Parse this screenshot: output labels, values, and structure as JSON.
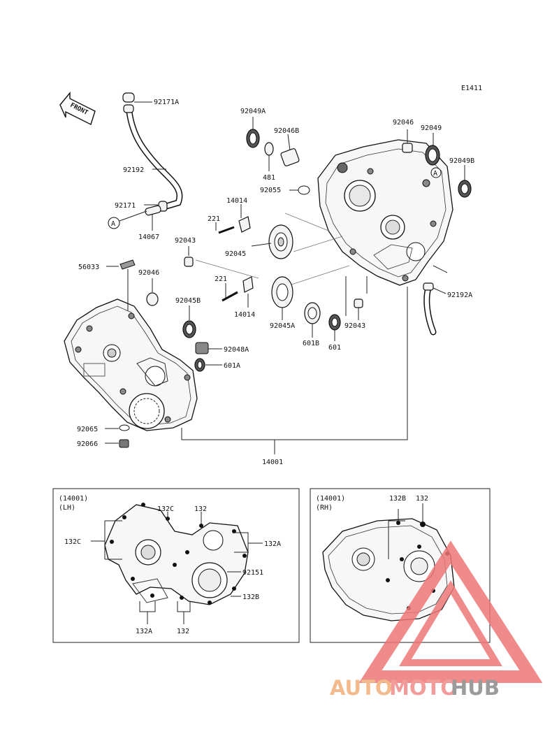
{
  "diagram_code": "E1411",
  "front_arrow_label": "FRONT",
  "ref_marker": "A",
  "callouts": {
    "p92171A": "92171A",
    "p92192": "92192",
    "p92171": "92171",
    "p14067": "14067",
    "p92049A": "92049A",
    "p92046B": "92046B",
    "p481": "481",
    "p92055": "92055",
    "p92046_top": "92046",
    "p92049": "92049",
    "p92049B": "92049B",
    "p14014_top": "14014",
    "p221_top": "221",
    "p92045": "92045",
    "p92043_left": "92043",
    "p56033": "56033",
    "p92046_left": "92046",
    "p221_mid": "221",
    "p14014_mid": "14014",
    "p92045A": "92045A",
    "p601B": "601B",
    "p601": "601",
    "p92043_mid": "92043",
    "p92192A": "92192A",
    "p92045B": "92045B",
    "p92048A": "92048A",
    "p601A": "601A",
    "p92065": "92065",
    "p92066": "92066",
    "p14001": "14001"
  },
  "lh_inset": {
    "title": "(14001)",
    "subtitle": "(LH)",
    "labels": {
      "c132C_top": "132C",
      "c132_top": "132",
      "c132C_left": "132C",
      "c132A_right": "132A",
      "c92151": "92151",
      "c132B": "132B",
      "c132A_bottom": "132A",
      "c132_bottom": "132"
    }
  },
  "rh_inset": {
    "title": "(14001)",
    "subtitle": "(RH)",
    "labels": {
      "c132B": "132B",
      "c132": "132"
    }
  },
  "watermark": {
    "part1": "AUTO",
    "part2": "MOTO",
    "part3": "HUB",
    "color1": "#f2b07a",
    "color2": "#f08a8a",
    "color3": "#8a8a8a"
  }
}
